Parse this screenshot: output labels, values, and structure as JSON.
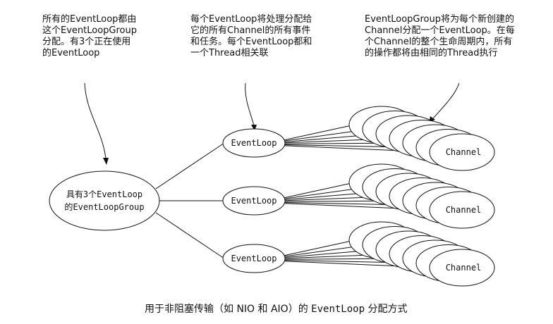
{
  "notes": {
    "group": [
      "所有的EventLoop都由",
      "这个EventLoopGroup",
      "分配。有3个正在使用",
      "的EventLoop"
    ],
    "eventloop": [
      "每个EventLoop将处理分配给",
      "它的所有Channel的所有事件",
      "和任务。每个EventLoop都和",
      "一个Thread相关联"
    ],
    "channel": [
      "EventLoopGroup将为每个新创建的",
      "Channel分配一个EventLoop。在每",
      "个Channel的整个生命周期内，所有",
      "的操作都将由相同的Thread执行"
    ]
  },
  "group_node": {
    "line1": "具有3个EventLoop",
    "line2": "的EventLoopGroup"
  },
  "eventloop_label": "EventLoop",
  "channel_label": "Channel",
  "caption": {
    "prefix": "用于非阻塞传输（如 NIO 和 AIO）的 ",
    "mono": "EventLoop",
    "suffix": " 分配方式"
  }
}
